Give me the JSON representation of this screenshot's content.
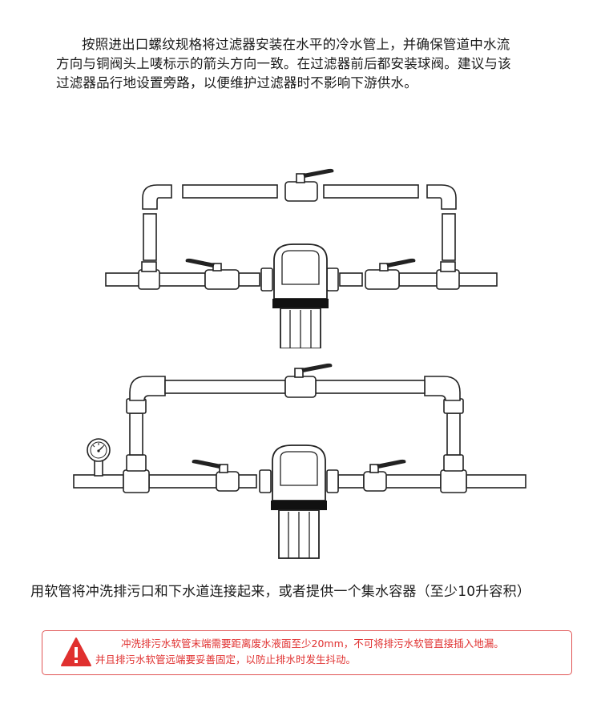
{
  "intro": {
    "line1": "按照进出口螺纹规格将过滤器安装在水平的冷水管上，并确保管道中水流",
    "line2": "方向与铜阀头上唛标示的箭头方向一致。在过滤器前后都安装球阀。建议与该",
    "line3": "过滤器品行地设置旁路，以便维护过滤器时不影响下游供水。"
  },
  "hose_instruction": "用软管将冲洗排污口和下水道连接起来，或者提供一个集水容器（至少10升容积）",
  "warning": {
    "icon": "warning-triangle-icon",
    "line1": "冲洗排污水软管末端需要距离废水液面至少20mm，不可将排污水软管直接插入地漏。",
    "line2": "并且排污水软管远端要妥善固定，以防止排水时发生抖动。",
    "color": "#e0302f"
  }
}
